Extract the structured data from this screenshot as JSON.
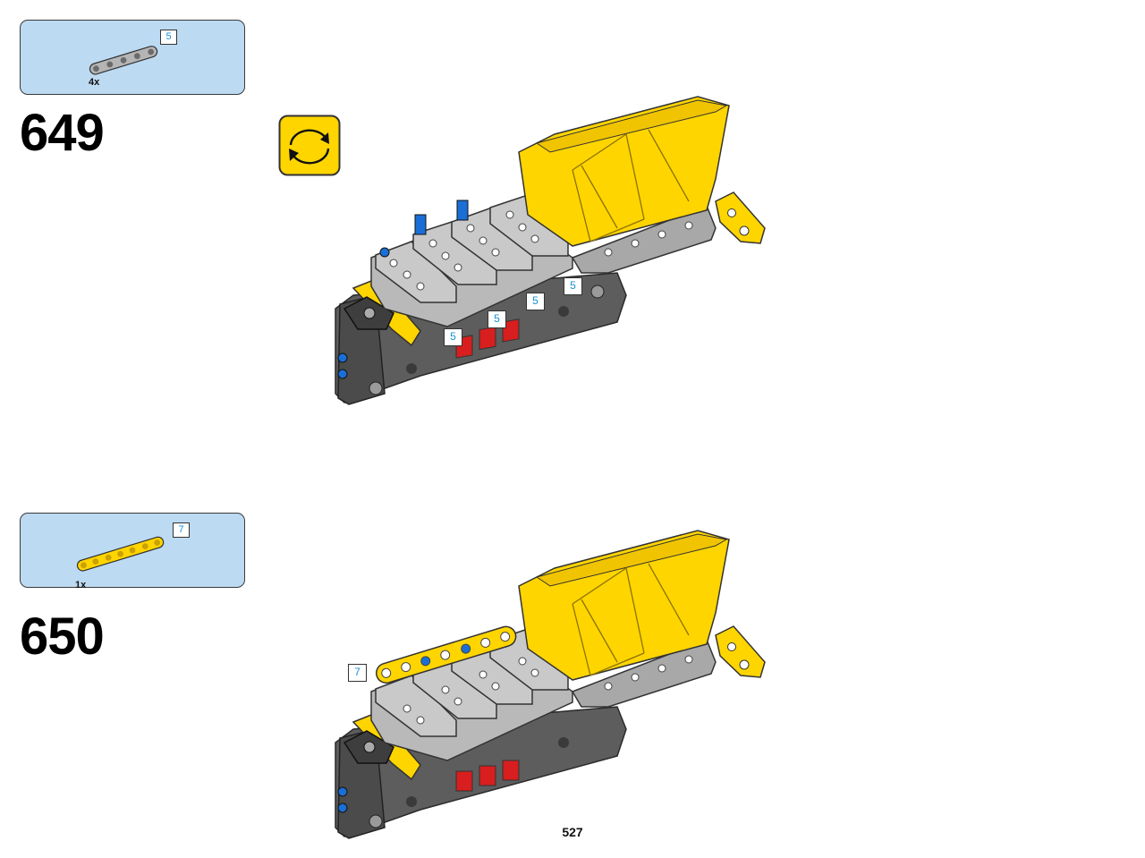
{
  "steps": [
    {
      "number": "649",
      "parts": {
        "quantity": "4x",
        "length_label": "5",
        "part": "grey-liftarm-5-icon"
      },
      "rotate_model": true,
      "callouts": [
        "5",
        "5",
        "5",
        "5"
      ]
    },
    {
      "number": "650",
      "parts": {
        "quantity": "1x",
        "length_label": "7",
        "part": "yellow-liftarm-7-icon"
      },
      "rotate_model": false,
      "callouts": [
        "7"
      ]
    }
  ],
  "page": {
    "number": "527"
  },
  "colors": {
    "parts_box_bg": "#bcdaf2",
    "lego_yellow": "#ffd500",
    "light_grey": "#b9b9b9",
    "dark_grey": "#5d5d5d",
    "blue_pin": "#1a6fd6",
    "red_tile": "#d81e1e",
    "callout_text": "#1591d6"
  }
}
